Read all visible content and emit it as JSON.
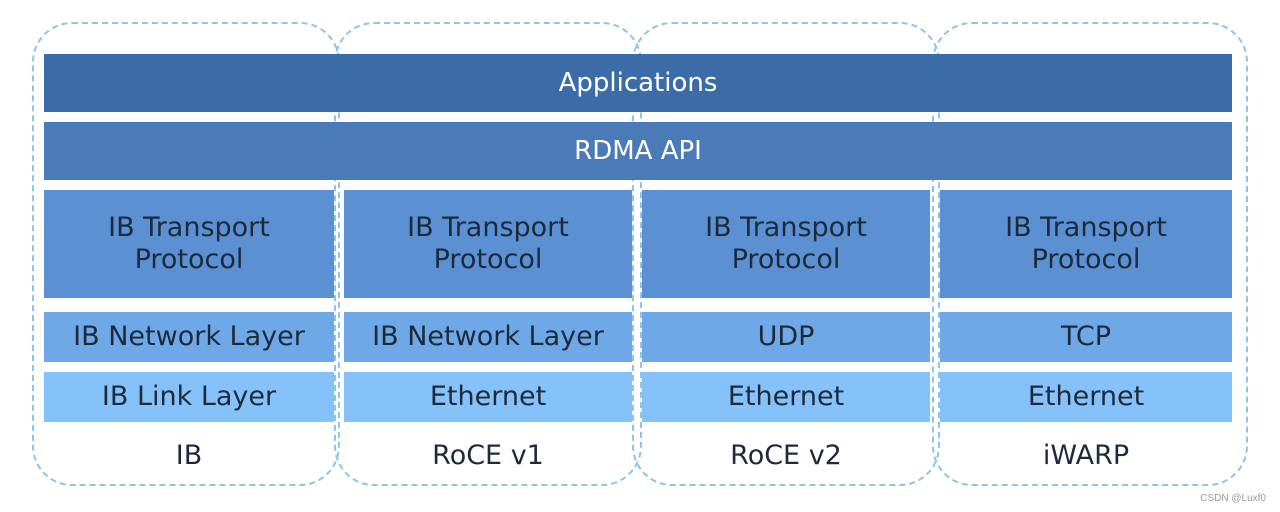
{
  "top_layers": {
    "applications": "Applications",
    "rdma_api": "RDMA API"
  },
  "stacks": [
    {
      "name": "IB",
      "transport_line1": "IB Transport",
      "transport_line2": "Protocol",
      "network": "IB Network Layer",
      "link": "IB Link Layer"
    },
    {
      "name": "RoCE v1",
      "transport_line1": "IB Transport",
      "transport_line2": "Protocol",
      "network": "IB Network Layer",
      "link": "Ethernet"
    },
    {
      "name": "RoCE v2",
      "transport_line1": "IB Transport",
      "transport_line2": "Protocol",
      "network": "UDP",
      "link": "Ethernet"
    },
    {
      "name": "iWARP",
      "transport_line1": "IB Transport",
      "transport_line2": "Protocol",
      "network": "TCP",
      "link": "Ethernet"
    }
  ],
  "watermark": "CSDN @Luxf0",
  "colors": {
    "applications": "#3c6ca8",
    "rdma_api": "#4a7ab8",
    "transport": "#5b90d3",
    "network": "#6ea8e6",
    "link": "#86c2fa",
    "dashed_outline": "#8cc4ec"
  }
}
